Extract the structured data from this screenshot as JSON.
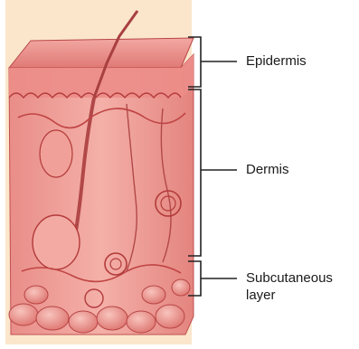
{
  "labels": {
    "epidermis": "Epidermis",
    "dermis": "Dermis",
    "subcutaneous_line1": "Subcutaneous",
    "subcutaneous_line2": "layer"
  },
  "colors": {
    "background_panel": "#fbe6cc",
    "skin_surface": "#e88a86",
    "dermis_fill": "#f2a39c",
    "outline": "#b23a3a",
    "fat_cells": "#ec8f8a",
    "bracket": "#222222"
  }
}
